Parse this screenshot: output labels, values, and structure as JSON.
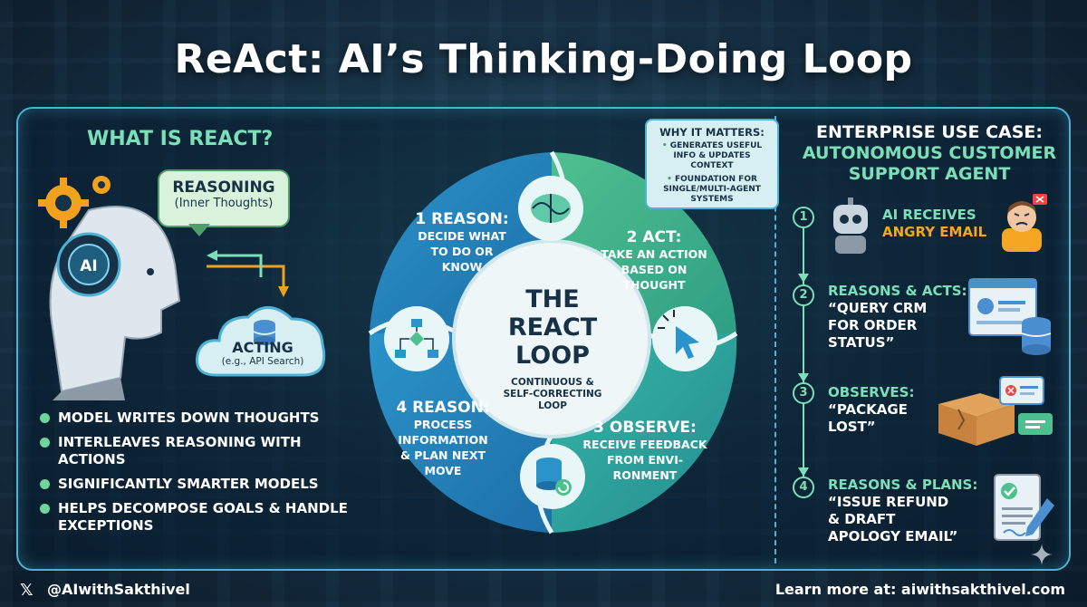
{
  "title": "ReAct: AI’s Thinking-Doing Loop",
  "left": {
    "heading": "WHAT IS REACT?",
    "robot_badge": "AI",
    "reasoning_label": "REASONING",
    "reasoning_sub": "(Inner Thoughts)",
    "acting_label": "ACTING",
    "acting_sub": "(e.g., API Search)",
    "bullets": [
      "MODEL WRITES DOWN THOUGHTS",
      "INTERLEAVES REASONING WITH ACTIONS",
      "SIGNIFICANTLY SMARTER MODELS",
      "HELPS DECOMPOSE GOALS & HANDLE EXCEPTIONS"
    ]
  },
  "loop": {
    "center_title_1": "THE",
    "center_title_2": "REACT",
    "center_title_3": "LOOP",
    "center_sub_1": "CONTINUOUS &",
    "center_sub_2": "SELF-CORRECTING",
    "center_sub_3": "LOOP",
    "steps": [
      {
        "num": "1",
        "head": "REASON:",
        "desc": [
          "DECIDE WHAT",
          "TO DO OR",
          "KNOW"
        ],
        "icon": "brain-icon"
      },
      {
        "num": "2",
        "head": "ACT:",
        "desc": [
          "TAKE AN ACTION",
          "BASED ON",
          "THOUGHT"
        ],
        "icon": "cursor-click-icon"
      },
      {
        "num": "3",
        "head": "OBSERVE:",
        "desc": [
          "RECEIVE FEEDBACK",
          "FROM ENVI-",
          "RONMENT"
        ],
        "icon": "database-refresh-icon"
      },
      {
        "num": "4",
        "head": "REASON:",
        "desc": [
          "PROCESS",
          "INFORMATION",
          "& PLAN NEXT",
          "MOVE"
        ],
        "icon": "flowchart-icon"
      }
    ]
  },
  "why": {
    "title": "WHY IT MATTERS:",
    "items": [
      "GENERATES USEFUL INFO & UPDATES CONTEXT",
      "FOUNDATION FOR SINGLE/MULTI-AGENT SYSTEMS"
    ]
  },
  "enterprise": {
    "title_1": "ENTERPRISE USE CASE:",
    "title_2": "AUTONOMOUS CUSTOMER",
    "title_3": "SUPPORT AGENT",
    "steps": [
      {
        "num": "1",
        "head": "AI RECEIVES",
        "detail": "ANGRY EMAIL"
      },
      {
        "num": "2",
        "head": "REASONS & ACTS:",
        "detail_1": "“QUERY CRM",
        "detail_2": "FOR ORDER",
        "detail_3": "STATUS”"
      },
      {
        "num": "3",
        "head": "OBSERVES:",
        "detail_1": "“PACKAGE",
        "detail_2": "LOST”"
      },
      {
        "num": "4",
        "head": "REASONS & PLANS:",
        "detail_1": "“ISSUE REFUND",
        "detail_2": "& DRAFT",
        "detail_3": "APOLOGY EMAIL”"
      }
    ]
  },
  "footer": {
    "x_logo": "𝕏",
    "handle": "@AIwithSakthivel",
    "learn_more": "Learn more at: aiwithsakthivel.com"
  },
  "colors": {
    "accent_green": "#7be0b8",
    "accent_blue": "#4db3d6",
    "orange": "#f5a623"
  }
}
